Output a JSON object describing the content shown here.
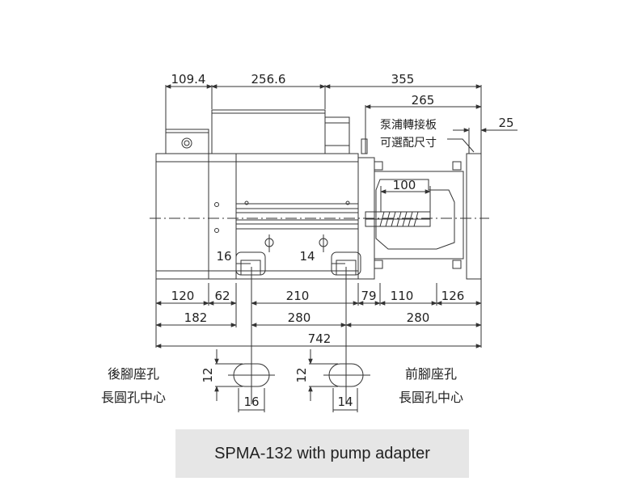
{
  "dimensions_top": [
    "109.4",
    "256.6",
    "355",
    "265",
    "25"
  ],
  "note_lines": [
    "泵浦轉接板",
    "可選配尺寸"
  ],
  "dim_inner": "100",
  "foot_offsets": [
    "16",
    "14"
  ],
  "dims_row1": [
    "120",
    "62",
    "210",
    "79",
    "110",
    "126"
  ],
  "dims_row2": [
    "182",
    "280",
    "280"
  ],
  "dim_total": "742",
  "rear_foot": {
    "line1": "後腳座孔",
    "line2": "長圓孔中心",
    "height": "12",
    "width": "16"
  },
  "front_foot": {
    "line1": "前腳座孔",
    "line2": "長圓孔中心",
    "height": "12",
    "width": "14"
  },
  "caption": "SPMA-132 with pump adapter"
}
